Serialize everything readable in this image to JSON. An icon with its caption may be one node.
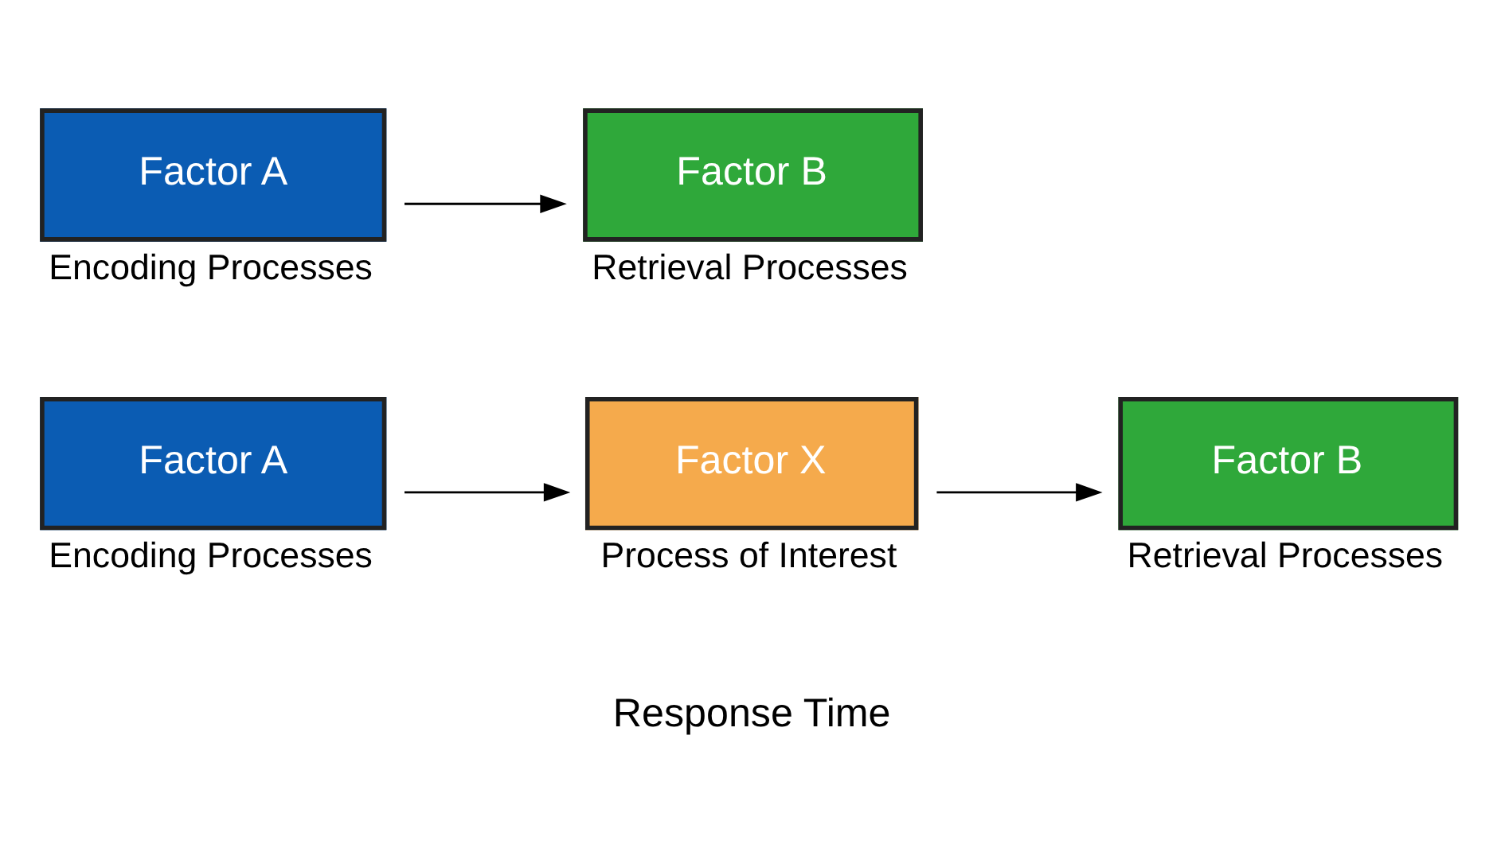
{
  "diagram": {
    "nodes": [
      {
        "text": [
          "Factor A"
        ],
        "beside": [
          "Encoding Processes"
        ]
      },
      {
        "text": [
          "Factor X"
        ],
        "beside": [
          "Process of Interest"
        ]
      },
      {
        "text": [
          "Factor B"
        ],
        "beside": [
          "Retrieval Processes"
        ]
      },
      {
        "text": [
          "Factor A"
        ],
        "beside": [
          "Encoding Processes"
        ]
      },
      {
        "text": [
          "Factor B"
        ],
        "beside": [
          "Retrieval Processes"
        ]
      }
    ],
    "edges": [
      {
        "from": 0,
        "to": 1,
        "arrow": "to"
      },
      {
        "from": 1,
        "to": 2,
        "arrow": "to"
      },
      {
        "from": 3,
        "to": 4,
        "arrow": "to"
      }
    ],
    "labels": [
      "Response Time"
    ]
  }
}
